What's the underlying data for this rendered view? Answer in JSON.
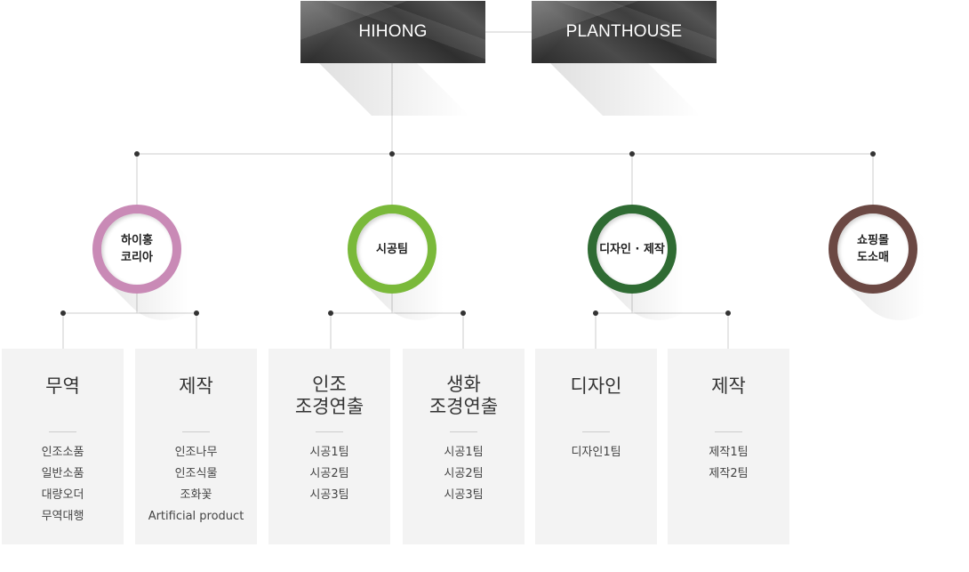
{
  "top_boxes": [
    {
      "label": "HIHONG"
    },
    {
      "label": "PLANTHOUSE"
    }
  ],
  "divisions": [
    {
      "label": "하이홍\n코리아",
      "color": "#c98ab6"
    },
    {
      "label": "시공팀",
      "color": "#7ab93a"
    },
    {
      "label": "디자인 · 제작",
      "color": "#2f6b33"
    },
    {
      "label": "쇼핑몰\n도소매",
      "color": "#6b4843"
    }
  ],
  "teams": [
    {
      "title": "무역",
      "items": [
        "인조소품",
        "일반소품",
        "대량오더",
        "무역대행"
      ]
    },
    {
      "title": "제작",
      "items": [
        "인조나무",
        "인조식물",
        "조화꽃",
        "Artificial product"
      ]
    },
    {
      "title": "인조\n조경연출",
      "items": [
        "시공1팀",
        "시공2팀",
        "시공3팀"
      ]
    },
    {
      "title": "생화\n조경연출",
      "items": [
        "시공1팀",
        "시공2팀",
        "시공3팀"
      ]
    },
    {
      "title": "디자인",
      "items": [
        "디자인1팀"
      ]
    },
    {
      "title": "제작",
      "items": [
        "제작1팀",
        "제작2팀"
      ]
    }
  ],
  "colors": {
    "line": "#cccccc",
    "dot": "#333333",
    "card_bg": "#f3f3f3"
  }
}
